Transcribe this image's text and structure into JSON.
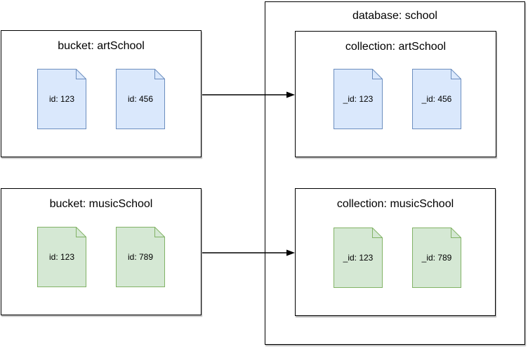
{
  "buckets": [
    {
      "title": "bucket: artSchool",
      "docs": [
        "id: 123",
        "id: 456"
      ]
    },
    {
      "title": "bucket: musicSchool",
      "docs": [
        "id: 123",
        "id: 789"
      ]
    }
  ],
  "database": {
    "title": "database: school",
    "collections": [
      {
        "title": "collection: artSchool",
        "docs": [
          "_id: 123",
          "_id: 456"
        ]
      },
      {
        "title": "collection: musicSchool",
        "docs": [
          "_id: 123",
          "_id: 789"
        ]
      }
    ]
  },
  "arrows": [
    {
      "from": "bucket: artSchool",
      "to": "collection: artSchool"
    },
    {
      "from": "bucket: musicSchool",
      "to": "collection: musicSchool"
    }
  ],
  "colors": {
    "canvas-bg": "#ffffff",
    "box-border": "#000000",
    "arrow": "#000000",
    "doc-blue-fill": "#dae8fc",
    "doc-blue-stroke": "#6c8ebf",
    "doc-green-fill": "#d5e8d4",
    "doc-green-stroke": "#82b366"
  }
}
